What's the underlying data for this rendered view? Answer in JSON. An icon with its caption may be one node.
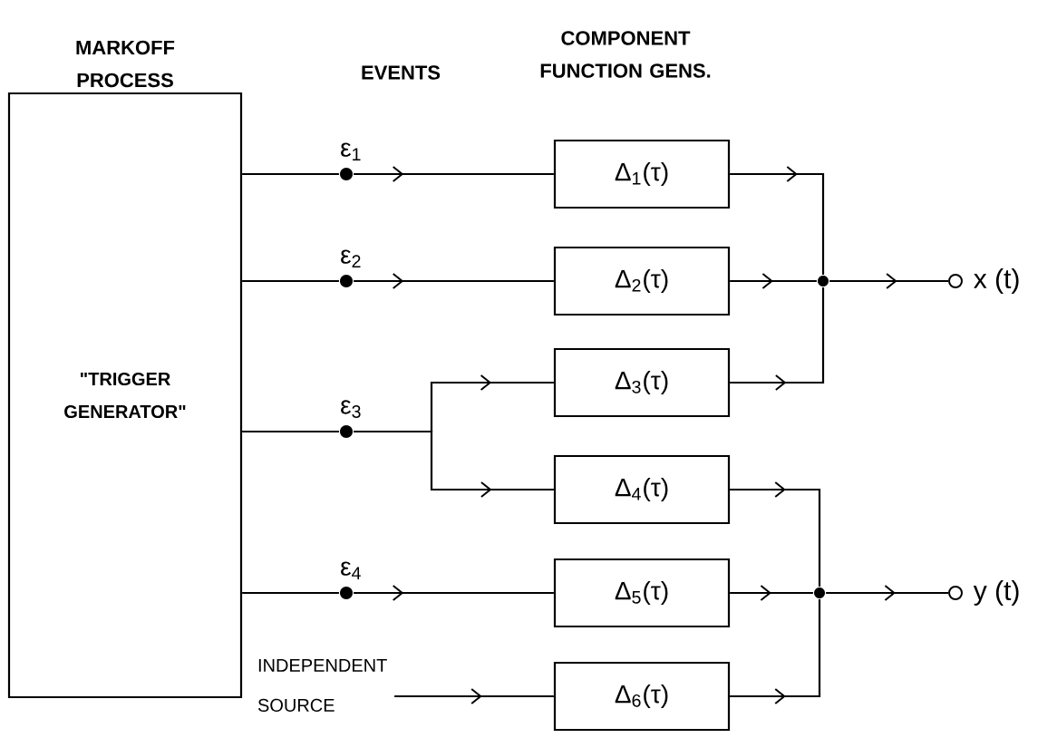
{
  "diagram": {
    "nodes": [
      {
        "text": [
          "MARKOFF PROCESS",
          "\"TRIGGER GENERATOR\""
        ]
      },
      {
        "text": [
          "ε$_{1}$"
        ]
      },
      {
        "text": [
          "ε$_{2}$"
        ]
      },
      {
        "text": [
          "ε$_{3}$"
        ]
      },
      {
        "text": [
          "ε$_{4}$"
        ]
      },
      {
        "text": [
          "Δ$_{1}$(τ)"
        ]
      },
      {
        "text": [
          "Δ$_{2}$(τ)"
        ]
      },
      {
        "text": [
          "Δ$_{3}$(τ)"
        ]
      },
      {
        "text": [
          "Δ$_{4}$(τ)"
        ]
      },
      {
        "text": [
          "Δ$_{5}$(τ)"
        ]
      },
      {
        "text": [
          "Δ$_{6}$(τ)"
        ]
      },
      {
        "text": [],
        "shape": "circle"
      },
      {
        "text": [
          "x (t)"
        ]
      },
      {
        "text": [],
        "shape": "circle"
      },
      {
        "text": [
          "y (t)"
        ]
      },
      {
        "text": [
          "INDEPENDENT SOURCE"
        ]
      }
    ],
    "edges": [
      {
        "from": 0,
        "to": 1,
        "arrow": "none"
      },
      {
        "from": 1,
        "to": 5,
        "arrow": "to"
      },
      {
        "from": 0,
        "to": 2,
        "arrow": "none"
      },
      {
        "from": 2,
        "to": 6,
        "arrow": "to"
      },
      {
        "from": 0,
        "to": 3,
        "arrow": "none"
      },
      {
        "from": 3,
        "to": 7,
        "arrow": "to"
      },
      {
        "from": 3,
        "to": 8,
        "arrow": "to"
      },
      {
        "from": 0,
        "to": 4,
        "arrow": "none"
      },
      {
        "from": 4,
        "to": 9,
        "arrow": "to"
      },
      {
        "from": 15,
        "to": 10,
        "arrow": "to"
      },
      {
        "from": 5,
        "to": 11,
        "arrow": "to"
      },
      {
        "from": 6,
        "to": 11,
        "arrow": "to"
      },
      {
        "from": 7,
        "to": 11,
        "arrow": "to"
      },
      {
        "from": 8,
        "to": 13,
        "arrow": "to"
      },
      {
        "from": 9,
        "to": 13,
        "arrow": "to"
      },
      {
        "from": 10,
        "to": 13,
        "arrow": "to"
      },
      {
        "from": 11,
        "to": 12,
        "arrow": "to"
      },
      {
        "from": 13,
        "to": 14,
        "arrow": "to"
      }
    ],
    "labels": [
      "EVENTS",
      "COMPONENT FUNCTION GENS."
    ]
  }
}
